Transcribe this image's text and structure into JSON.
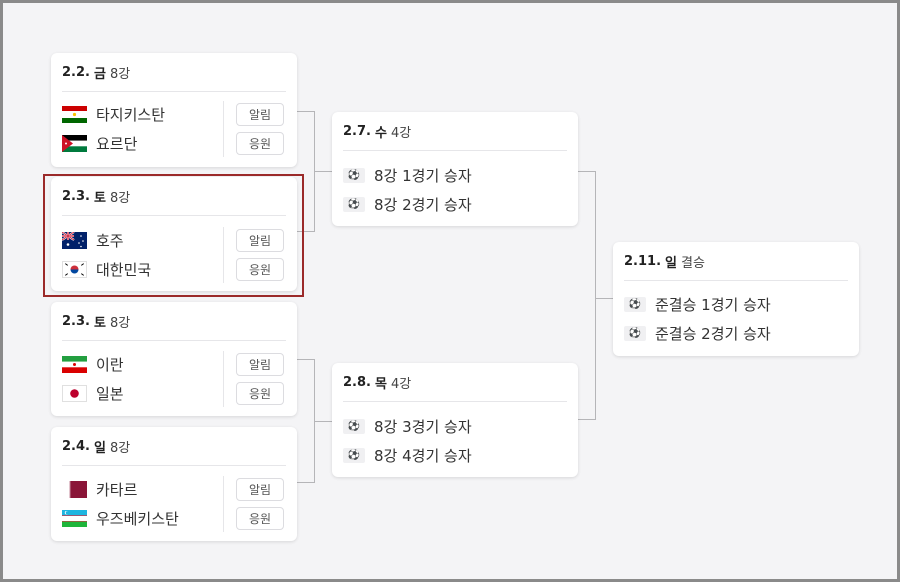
{
  "quarterfinals": [
    {
      "date": "2.2.",
      "day": "금",
      "round": "8강",
      "team1": "타지키스탄",
      "team2": "요르단",
      "alarm": "알림",
      "cheer": "응원"
    },
    {
      "date": "2.3.",
      "day": "토",
      "round": "8강",
      "team1": "호주",
      "team2": "대한민국",
      "alarm": "알림",
      "cheer": "응원"
    },
    {
      "date": "2.3.",
      "day": "토",
      "round": "8강",
      "team1": "이란",
      "team2": "일본",
      "alarm": "알림",
      "cheer": "응원"
    },
    {
      "date": "2.4.",
      "day": "일",
      "round": "8강",
      "team1": "카타르",
      "team2": "우즈베키스탄",
      "alarm": "알림",
      "cheer": "응원"
    }
  ],
  "semifinals": [
    {
      "date": "2.7.",
      "day": "수",
      "round": "4강",
      "slot1": "8강 1경기 승자",
      "slot2": "8강 2경기 승자"
    },
    {
      "date": "2.8.",
      "day": "목",
      "round": "4강",
      "slot1": "8강 3경기 승자",
      "slot2": "8강 4경기 승자"
    }
  ],
  "final": {
    "date": "2.11.",
    "day": "일",
    "round": "결승",
    "slot1": "준결승 1경기 승자",
    "slot2": "준결승 2경기 승자"
  },
  "placeholder_icon": "soccer-ball-icon",
  "colors": {
    "highlight": "#9b2a2a",
    "connector": "#b5b5b8",
    "background": "#f4f4f6"
  }
}
